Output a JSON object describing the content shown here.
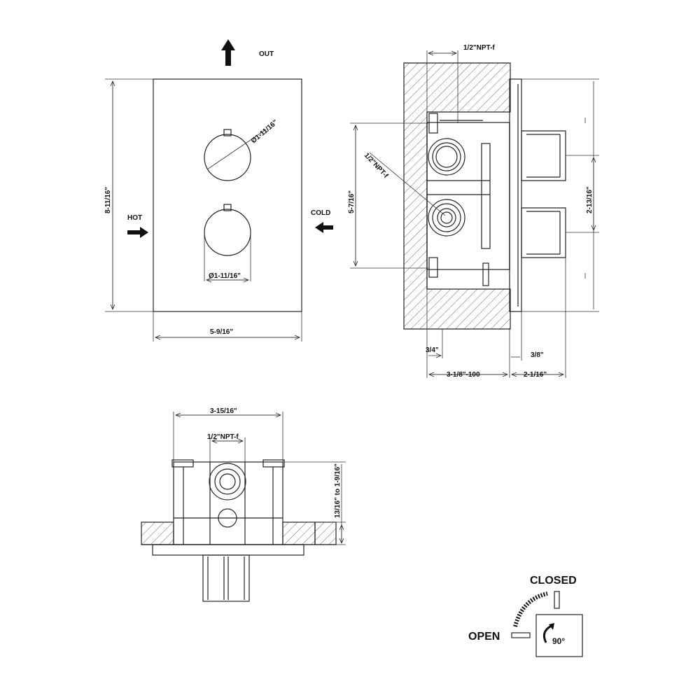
{
  "front_view": {
    "out_label": "OUT",
    "hot_label": "HOT",
    "cold_label": "COLD",
    "height_dim": "8-11/16\"",
    "width_dim": "5-9/16\"",
    "knob_top_dia": "Ø1-11/16\"",
    "knob_bottom_dia": "Ø1-11/16\""
  },
  "side_view": {
    "npt_top": "1/2\"NPT-f",
    "npt_side": "1/2\"NPT-f",
    "height_dim": "5-7/16\"",
    "right_height_dim": "2-13/16\"",
    "dim_3_4": "3/4\"",
    "dim_3_8": "3/8\"",
    "depth_dim": "3-1/8\"-100",
    "depth_right": "2-1/16\""
  },
  "bottom_view": {
    "width_dim": "3-15/16\"",
    "npt_label": "1/2\"NPT-f",
    "range_dim": "13/16\"  to  1-9/16\""
  },
  "rotation": {
    "closed_label": "CLOSED",
    "open_label": "OPEN",
    "angle_label": "90°"
  }
}
